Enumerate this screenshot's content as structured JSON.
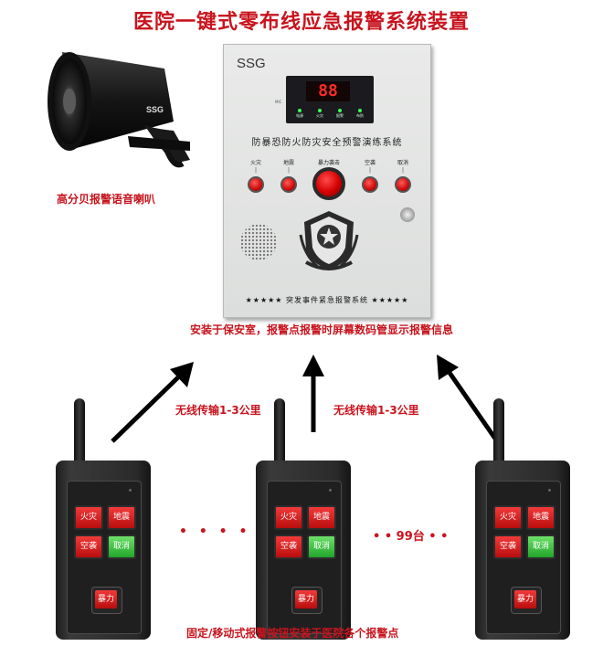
{
  "title": "医院一键式零布线应急报警系统装置",
  "speaker": {
    "brand": "SSG",
    "caption": "高分贝报警语音喇叭"
  },
  "panel": {
    "brand": "SSG",
    "display_digits": "88",
    "mic_label": "MIC",
    "led_labels": [
      "电源",
      "火灾",
      "报警",
      "布防"
    ],
    "title": "防暴恐防火防灾安全预警演练系统",
    "buttons": [
      "火灾",
      "地震",
      "暴力袭击",
      "空袭",
      "取消"
    ],
    "footer": "★★★★★  突发事件紧急报警系统  ★★★★★"
  },
  "install_caption": "安装于保安室，报警点报警时屏幕数码管显示报警信息",
  "wireless_caption_left": "无线传输1-3公里",
  "wireless_caption_right": "无线传输1-3公里",
  "remote": {
    "keys": [
      "火灾",
      "地震",
      "空袭",
      "取消"
    ],
    "bottom_key": "暴力"
  },
  "dots_left": "• • • •",
  "count_label": "• • 99台 • •",
  "bottom_caption": "固定/移动式报警按钮安装于医院各个报警点",
  "colors": {
    "accent_red": "#c8141e",
    "button_red": "#d21010",
    "cancel_green": "#21a52a"
  }
}
